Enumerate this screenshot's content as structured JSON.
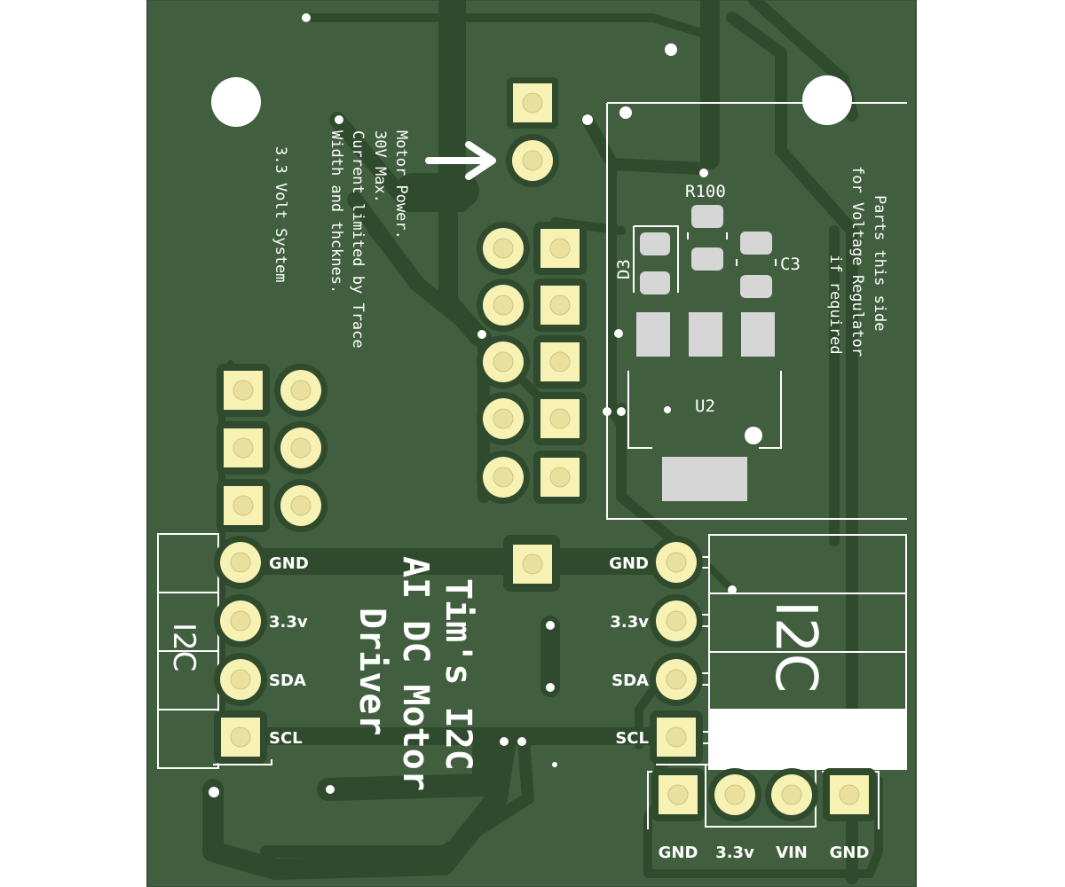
{
  "labels": {
    "motor_power_lines": [
      "Motor Power.",
      "30V Max.",
      "Current limited by Trace",
      "Width and thcknes."
    ],
    "system_voltage": "3.3 Volt System",
    "voltage_reg_lines": [
      "Parts this side",
      "for Voltage Regulator",
      "if required"
    ],
    "title_lines": [
      "Tim's I2C",
      "AI DC Motor",
      "Driver"
    ],
    "r100": "R100",
    "d3": "D3",
    "c3": "C3",
    "u2": "U2",
    "i2c_left": "I2C",
    "i2c_right": "I2C",
    "left_pins": [
      "GND",
      "3.3v",
      "SDA",
      "SCL"
    ],
    "right_pins": [
      "GND",
      "3.3v",
      "SDA",
      "SCL"
    ],
    "bottom_pins": [
      "GND",
      "3.3v",
      "VIN",
      "GND"
    ]
  },
  "colors": {
    "background": "#ffffff",
    "board": "#415f3f",
    "trace": "#2f4a2d",
    "pad": "#f7f1b4",
    "pad_ring": "#e9e0a0",
    "hole": "#ffffff",
    "silkscreen": "#ffffff",
    "smd_pad": "#d6d6d6"
  }
}
